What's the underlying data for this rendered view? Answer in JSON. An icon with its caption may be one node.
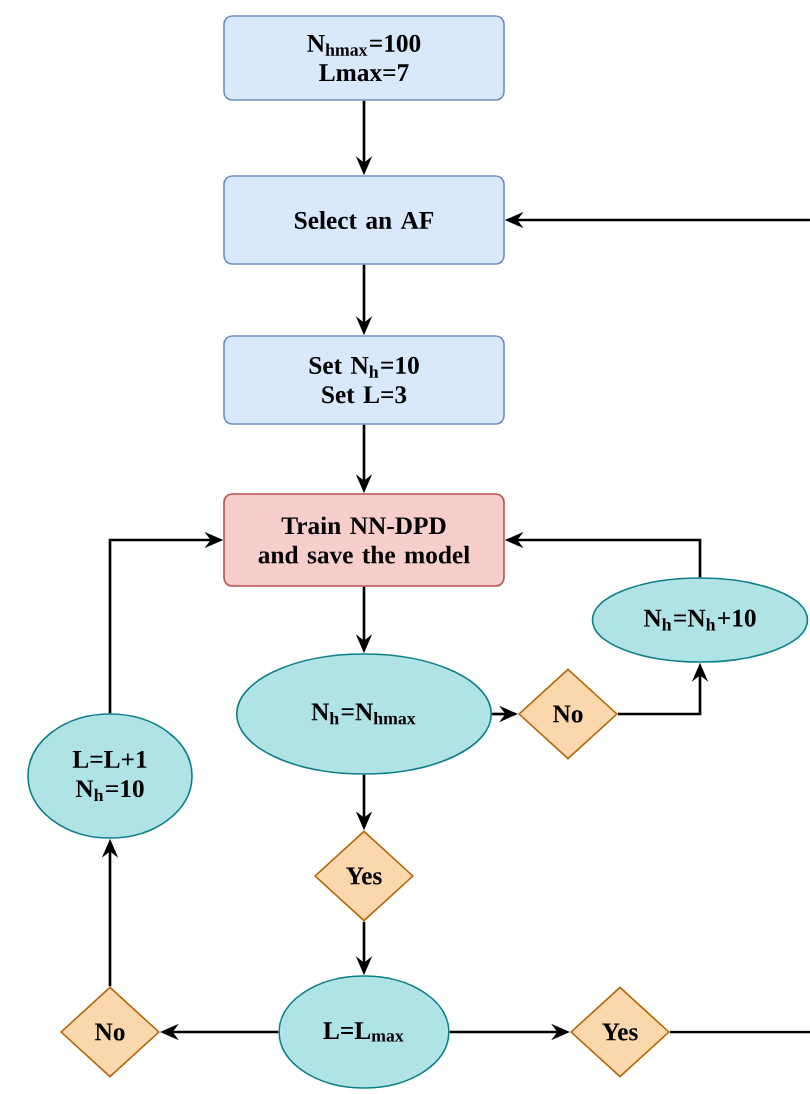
{
  "diagram": {
    "nodes": [
      {
        "text": [
          "N$_{hmax}$=100 Lmax=7"
        ]
      },
      {
        "text": [
          "Select an  AF"
        ]
      },
      {
        "text": [
          "Set N$_{h}$=10 Set L=3"
        ]
      },
      {
        "text": [
          "Train NN-DPD and save the model"
        ]
      },
      {
        "text": [
          "N$_{h}$=N$_{hmax}$"
        ]
      },
      {
        "text": [
          "No"
        ]
      },
      {
        "text": [
          "N$_{h}$=N$_{h}$+10"
        ]
      },
      {
        "text": [
          "L=L+1 N$_{h}$=10"
        ]
      },
      {
        "text": [
          "Yes"
        ]
      },
      {
        "text": [
          "L=L$_{max}$"
        ]
      },
      {
        "text": [
          "No"
        ]
      },
      {
        "text": [
          "Yes"
        ]
      }
    ],
    "edges": [
      {
        "from": 0,
        "to": 1,
        "arrow": "to"
      },
      {
        "from": 1,
        "to": 2,
        "arrow": "to"
      },
      {
        "from": 2,
        "to": 3,
        "arrow": "to"
      },
      {
        "from": 3,
        "to": 4,
        "arrow": "to"
      },
      {
        "from": 4,
        "to": 5,
        "arrow": "to"
      },
      {
        "from": 5,
        "to": 6,
        "arrow": "to"
      },
      {
        "from": 6,
        "to": 3,
        "arrow": "to"
      },
      {
        "from": 4,
        "to": 8,
        "arrow": "to"
      },
      {
        "from": 8,
        "to": 9,
        "arrow": "to"
      },
      {
        "from": 9,
        "to": 10,
        "arrow": "to"
      },
      {
        "from": 9,
        "to": 11,
        "arrow": "to"
      },
      {
        "from": 10,
        "to": 7,
        "arrow": "to"
      },
      {
        "from": 7,
        "to": 3,
        "arrow": "to"
      },
      {
        "from": 11,
        "to": null,
        "arrow": "none"
      },
      {
        "from": null,
        "to": 1,
        "arrow": "to"
      }
    ]
  }
}
